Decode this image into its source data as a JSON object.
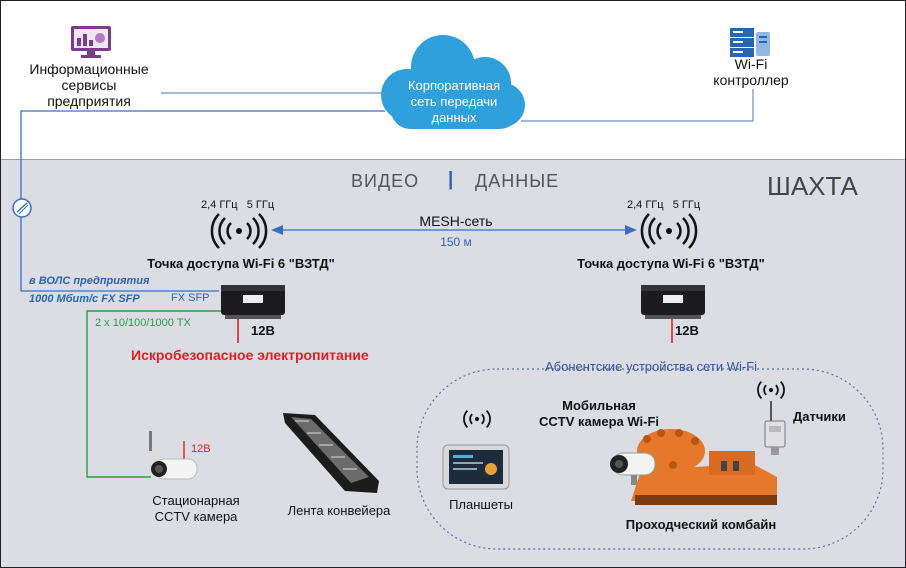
{
  "top": {
    "info_services": {
      "line1": "Информационные",
      "line2": "сервисы",
      "line3": "предприятия"
    },
    "cloud": {
      "line1": "Корпоративная",
      "line2": "сеть передачи",
      "line3": "данных"
    },
    "wifi_controller": {
      "line1": "Wi-Fi",
      "line2": "контроллер"
    }
  },
  "mine": {
    "video": "ВИДЕО",
    "separator": "|",
    "data": "ДАННЫЕ",
    "title": "ШАХТА",
    "mesh": "MESH-сеть",
    "distance": "150 м",
    "ap_left": {
      "bands": "2,4 ГГц   5 ГГц",
      "label": "Точка доступа Wi-Fi 6 \"ВЗТД\"",
      "power": "12В"
    },
    "ap_right": {
      "bands": "2,4 ГГц   5 ГГц",
      "label": "Точка доступа Wi-Fi 6 \"ВЗТД\"",
      "power": "12В"
    },
    "fiber_line1": "в ВОЛС предприятия",
    "fiber_line2": "1000 Мбит/с  FX SFP",
    "fx_sfp": "FX SFP",
    "ports": "2 x 10/100/1000 TX",
    "safe_power": "Искробезопасное электропитание",
    "camera_power": "12В",
    "camera": {
      "line1": "Стационарная",
      "line2": "CCTV камера"
    },
    "conveyor": "Лента конвейера",
    "subscribers_title": "Абонентские устройства сети Wi-Fi",
    "mobile_camera": {
      "line1": "Мобильная",
      "line2": "CCTV камера Wi-Fi"
    },
    "sensors": "Датчики",
    "tablets": "Планшеты",
    "combine": "Проходческий комбайн"
  },
  "colors": {
    "blue_text": "#1f6db5",
    "dark_blue": "#3355a0",
    "green_line": "#2e9c48",
    "red": "#e02020",
    "cloud": "#2fa0dc",
    "mine_bg": "#dcdde4",
    "orange": "#e6782b"
  }
}
